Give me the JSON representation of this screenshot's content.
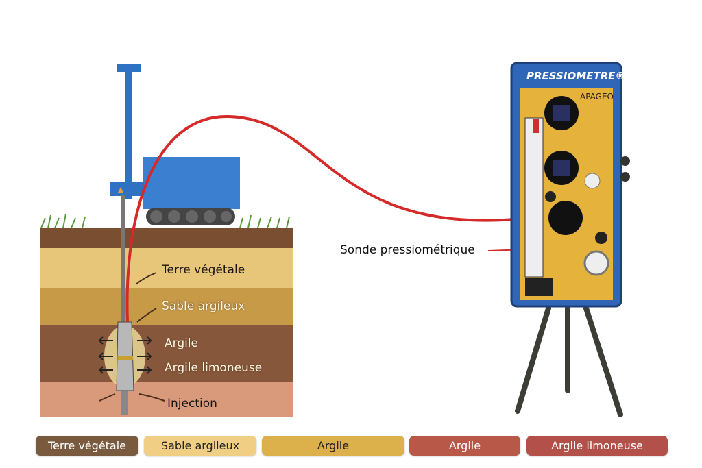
{
  "device": {
    "brand_label": "PRESSIOMETRE®",
    "maker_label": "APAGEO"
  },
  "callout": {
    "probe_label": "Sonde pressiométrique"
  },
  "soil_labels": [
    "Terre végétale",
    "Sable argileux",
    "Argile",
    "Argile limoneuse",
    "Injection"
  ],
  "legend": [
    {
      "label": "Terre végétale",
      "color": "#7a5a3e"
    },
    {
      "label": "Sable argileux",
      "color": "#f0cf85"
    },
    {
      "label": "Argile",
      "color": "#dcb04a"
    },
    {
      "label": "Argile",
      "color": "#b85848"
    },
    {
      "label": "Argile limoneuse",
      "color": "#b4504a"
    }
  ],
  "colors": {
    "cable": "#d42a2a",
    "rig": "#2f72c4",
    "panel": "#e5b23c"
  }
}
